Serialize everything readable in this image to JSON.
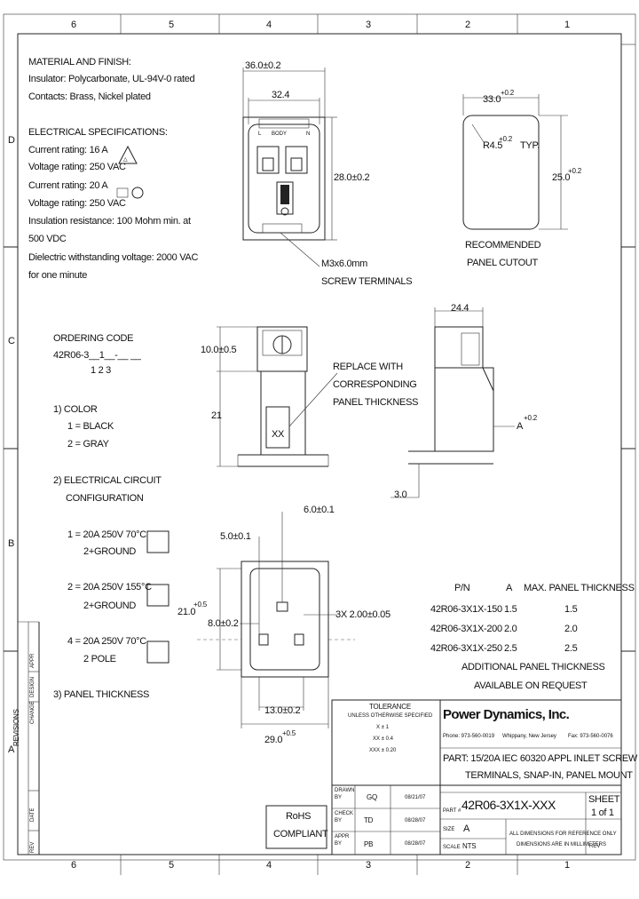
{
  "grid": {
    "top": [
      "6",
      "5",
      "4",
      "3",
      "2",
      "1"
    ],
    "bottom": [
      "6",
      "5",
      "4",
      "3",
      "2",
      "1"
    ],
    "left": [
      "D",
      "C",
      "B",
      "A"
    ]
  },
  "specs": {
    "material_title": "MATERIAL AND FINISH:",
    "insulator": "Insulator: Polycarbonate, UL-94V-0 rated",
    "contacts": "Contacts: Brass, Nickel plated",
    "elec_title": "ELECTRICAL SPECIFICATIONS:",
    "current1": "Current rating: 16 A",
    "voltage1": "Voltage rating: 250 VAC",
    "current2": "Current rating: 20 A",
    "voltage2": "Voltage rating: 250 VAC",
    "insulation1": "Insulation resistance: 100 Mohm min. at",
    "insulation2": "500 VDC",
    "dielectric1": "Dielectric withstanding voltage: 2000 VAC",
    "dielectric2": "for one minute"
  },
  "ordering": {
    "title": "ORDERING CODE",
    "code": "42R06-3__1__-__ __",
    "positions": "1      2      3",
    "color_title": "1)  COLOR",
    "color_1": "1 = BLACK",
    "color_2": "2 = GRAY",
    "circuit_title": "2)  ELECTRICAL CIRCUIT",
    "circuit_title2": "CONFIGURATION",
    "c1_a": "1 = 20A 250V 70°C",
    "c1_b": "2+GROUND",
    "c2_a": "2 = 20A 250V 155°C",
    "c2_b": "2+GROUND",
    "c4_a": "4 = 20A 250V 70°C",
    "c4_b": "2 POLE",
    "thickness_title": "3)  PANEL THICKNESS"
  },
  "front": {
    "dim_width": "36.0±0.2",
    "dim_inner": "32.4",
    "dim_height": "28.0±0.2",
    "label_l": "L",
    "label_body": "BODY",
    "label_n": "N",
    "screw1": "M3x6.0mm",
    "screw2": "SCREW TERMINALS"
  },
  "cutout": {
    "dim_width": "33.0",
    "dim_width_tol": "+0.2",
    "dim_radius": "R4.5",
    "dim_radius_tol": "+0.2",
    "dim_radius_typ": "TYP.",
    "dim_height": "25.0",
    "dim_height_tol": "+0.2",
    "label1": "RECOMMENDED",
    "label2": "PANEL CUTOUT"
  },
  "side": {
    "dim_top": "10.0±0.5",
    "dim_height": "21",
    "note1": "REPLACE WITH",
    "note2": "CORRESPONDING",
    "note3": "PANEL THICKNESS",
    "xx": "XX",
    "dim_depth": "24.4",
    "dim_a": "A",
    "dim_a_tol": "+0.2",
    "dim_3": "3.0"
  },
  "bottom": {
    "dim_6": "6.0±0.1",
    "dim_5": "5.0±0.1",
    "dim_21": "21.0",
    "dim_21_tol": "+0.5",
    "dim_8": "8.0±0.2",
    "dim_3x": "3X 2.00±0.05",
    "dim_13": "13.0±0.2",
    "dim_29": "29.0",
    "dim_29_tol": "+0.5"
  },
  "table": {
    "headers": [
      "P/N",
      "A",
      "MAX. PANEL THICKNESS"
    ],
    "rows": [
      [
        "42R06-3X1X-150",
        "1.5",
        "1.5"
      ],
      [
        "42R06-3X1X-200",
        "2.0",
        "2.0"
      ],
      [
        "42R06-3X1X-250",
        "2.5",
        "2.5"
      ]
    ],
    "note1": "ADDITIONAL PANEL THICKNESS",
    "note2": "AVAILABLE ON REQUEST"
  },
  "tolerance": {
    "title": "TOLERANCE",
    "sub": "UNLESS OTHERWISE SPECIFIED",
    "r1": "X    ±    1",
    "r2": "XX   ±   0.4",
    "r3": "XXX  ±  0.20"
  },
  "rohs": {
    "l1": "RoHS",
    "l2": "COMPLIANT"
  },
  "titleblock": {
    "company": "Power Dynamics, Inc.",
    "phone": "Phone: 973-560-0019",
    "city": "Whippany, New Jersey",
    "fax": "Fax: 973-560-0076",
    "part_label": "PART:",
    "part1": "PART: 15/20A IEC 60320 APPL INLET SCREW",
    "part2": "TERMINALS, SNAP-IN, PANEL MOUNT",
    "pn_label": "PART #",
    "pn": "42R06-3X1X-XXX",
    "sheet": "SHEET",
    "sheet_of": "1 of 1",
    "size_label": "SIZE",
    "size": "A",
    "scale_label": "SCALE",
    "scale": "NTS",
    "note1": "ALL DIMENSIONS FOR REFERENCE ONLY",
    "note2": "DIMENSIONS ARE IN MILLIMETERS",
    "rev": "REV",
    "drawn_label": "DRAWN BY",
    "drawn": "GQ",
    "drawn_date": "08/21/07",
    "check_label": "CHECK BY",
    "check": "TD",
    "check_date": "08/28/07",
    "appr_label": "APPR BY",
    "appr": "PB",
    "appr_date": "08/28/07"
  },
  "revisions": {
    "title": "REVISIONS",
    "cols": [
      "REV",
      "DATE",
      "CHANGE",
      "DESIGN",
      "APPR"
    ]
  }
}
